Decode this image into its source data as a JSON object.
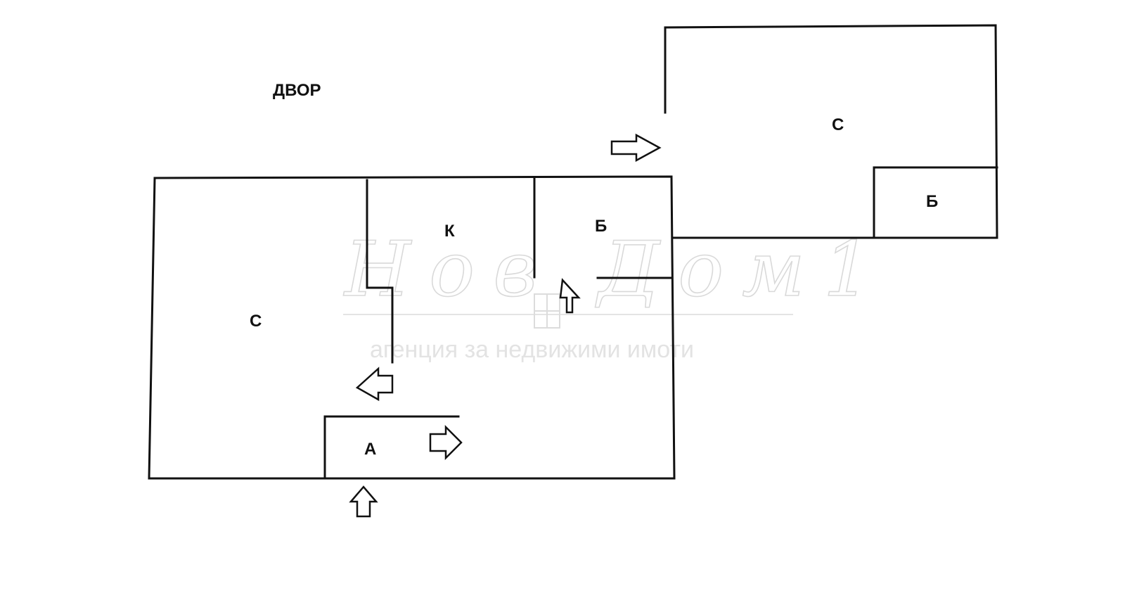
{
  "plan": {
    "yard_label": "ДВОР",
    "main_unit": {
      "living_room": "С",
      "kitchen": "К",
      "bathroom": "Б",
      "entrance_hall": "А"
    },
    "annex_unit": {
      "room": "С",
      "bathroom": "Б"
    }
  },
  "watermark": {
    "logo_text": "Нов Дом1",
    "tagline": "агенция за недвижими имоти"
  },
  "colors": {
    "line": "#111111",
    "background": "#ffffff",
    "watermark": "#d9d9d9"
  }
}
